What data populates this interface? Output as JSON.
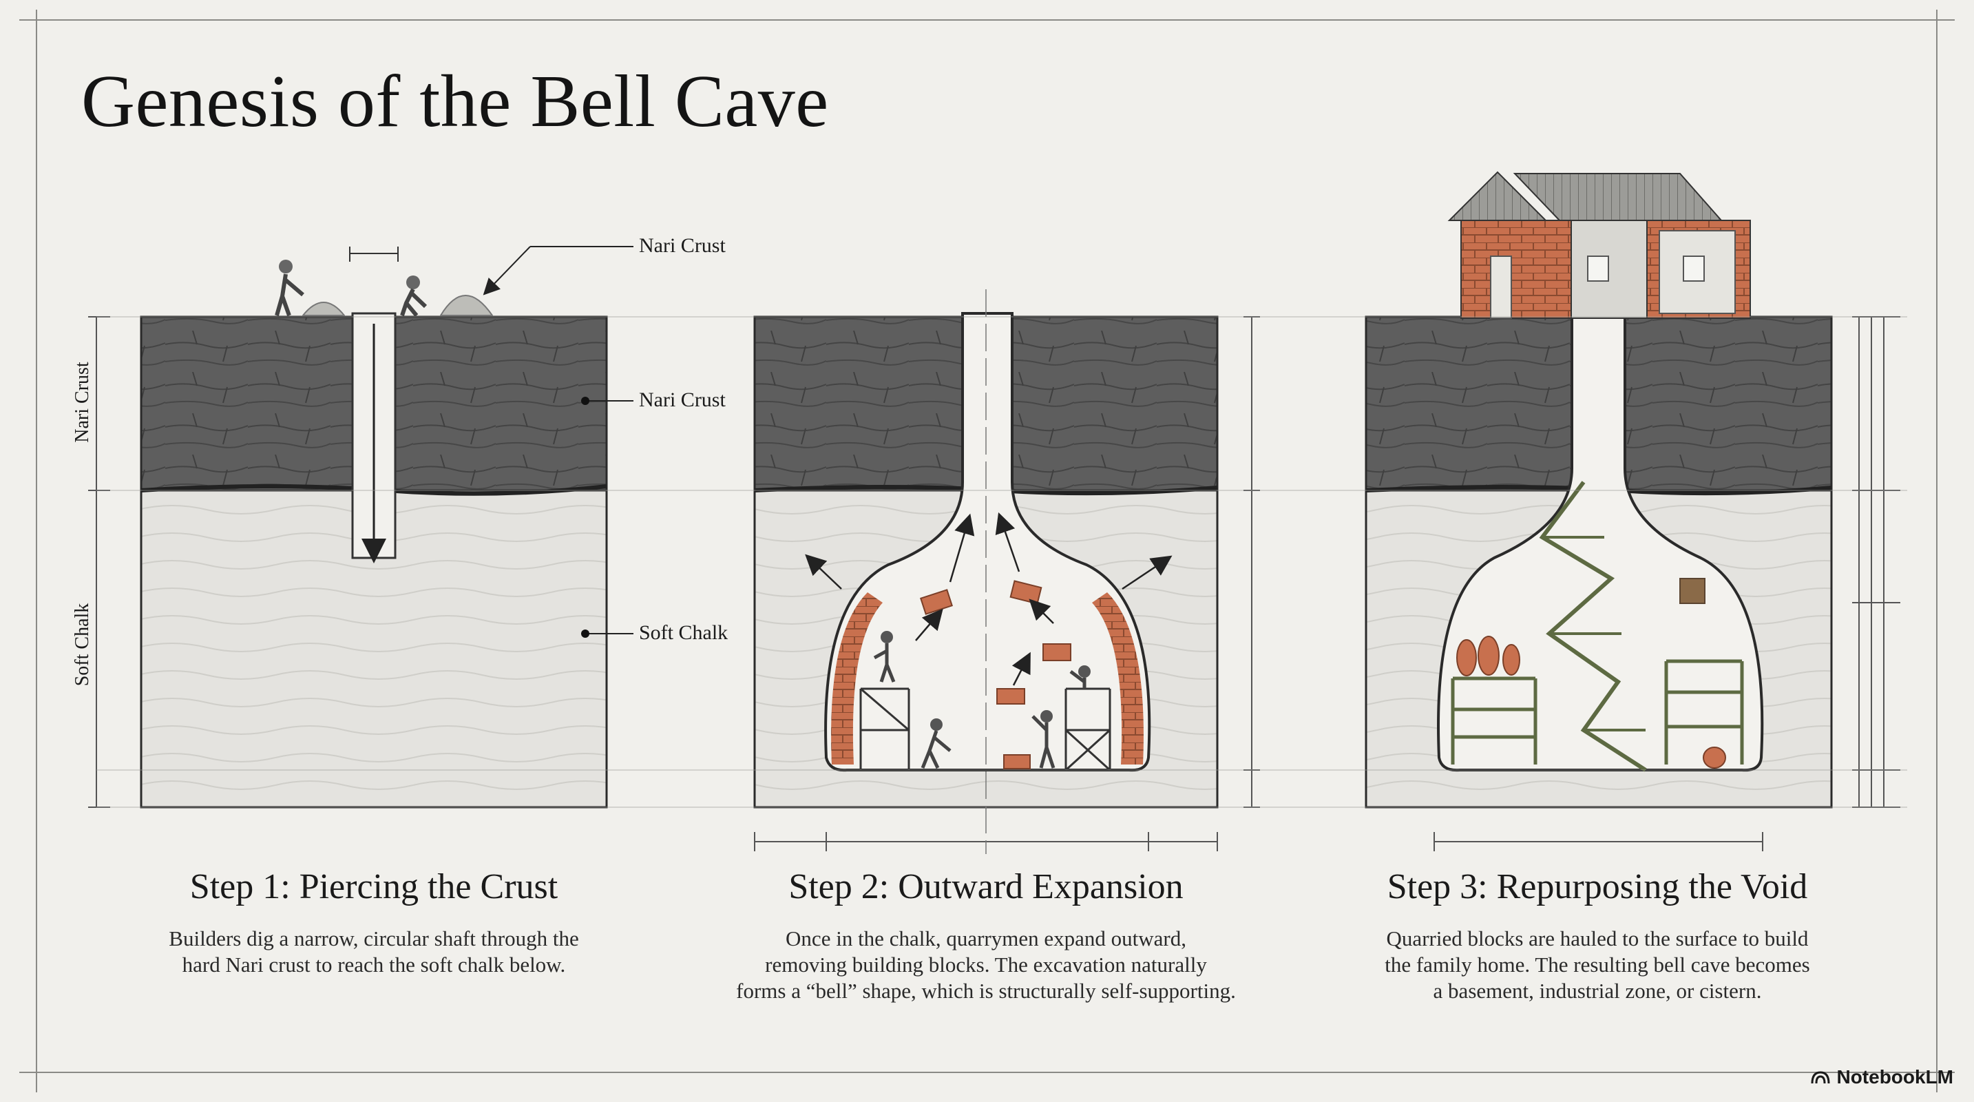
{
  "title": "Genesis of the Bell Cave",
  "labels": {
    "nari_crust_surface": "Nari Crust",
    "nari_crust_layer": "Nari Crust",
    "soft_chalk_layer": "Soft Chalk",
    "side_nari": "Nari Crust",
    "side_chalk": "Soft Chalk"
  },
  "steps": [
    {
      "title": "Step 1: Piercing the Crust",
      "lines": [
        "Builders dig a narrow, circular shaft through the",
        "hard Nari crust to reach the soft chalk below."
      ]
    },
    {
      "title": "Step 2: Outward Expansion",
      "lines": [
        "Once in the chalk, quarrymen expand outward,",
        "removing building blocks. The excavation naturally",
        "forms a “bell” shape, which is structurally self-supporting."
      ]
    },
    {
      "title": "Step 3: Repurposing the Void",
      "lines": [
        "Quarried blocks are hauled to the surface to build",
        "the family home. The resulting bell cave becomes",
        "a basement, industrial zone, or cistern."
      ]
    }
  ],
  "brand": "NotebookLM",
  "colors": {
    "crust": "#5b5b5b",
    "chalk": "#e6e5e1",
    "brick": "#c8704e",
    "shelf": "#5d6a42"
  }
}
